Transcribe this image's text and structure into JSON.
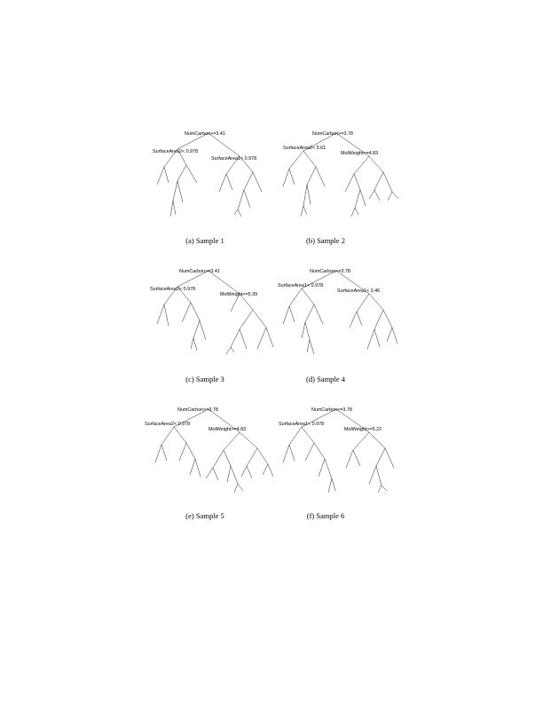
{
  "figure": {
    "panels": [
      {
        "caption": "(a) Sample 1",
        "labels": [
          "NumCarbon>=3.41",
          "SurfaceArea2< 0.978",
          "SurfaceArea1< 0.978"
        ],
        "edges": [
          [
            75,
            4,
            40,
            22
          ],
          [
            75,
            4,
            110,
            30
          ],
          [
            40,
            22,
            25,
            42
          ],
          [
            40,
            22,
            50,
            40
          ],
          [
            25,
            42,
            17,
            62
          ],
          [
            25,
            42,
            30,
            60
          ],
          [
            50,
            40,
            40,
            58
          ],
          [
            50,
            40,
            62,
            60
          ],
          [
            40,
            58,
            35,
            80
          ],
          [
            40,
            58,
            46,
            82
          ],
          [
            35,
            80,
            32,
            98
          ],
          [
            35,
            80,
            38,
            96
          ],
          [
            110,
            30,
            95,
            50
          ],
          [
            110,
            30,
            125,
            48
          ],
          [
            95,
            50,
            87,
            70
          ],
          [
            95,
            50,
            102,
            68
          ],
          [
            125,
            48,
            115,
            68
          ],
          [
            125,
            48,
            135,
            70
          ],
          [
            115,
            68,
            108,
            90
          ],
          [
            115,
            68,
            122,
            88
          ],
          [
            108,
            90,
            104,
            96
          ],
          [
            108,
            90,
            112,
            98
          ]
        ]
      },
      {
        "caption": "(b) Sample 2",
        "labels": [
          "NumCarbon>=3.78",
          "SurfaceArea2< 5.61",
          "MolWeight>=4.83"
        ],
        "edges": [
          [
            75,
            4,
            38,
            24
          ],
          [
            75,
            4,
            112,
            30
          ],
          [
            38,
            24,
            22,
            44
          ],
          [
            38,
            24,
            52,
            42
          ],
          [
            22,
            44,
            15,
            64
          ],
          [
            22,
            44,
            28,
            62
          ],
          [
            52,
            42,
            42,
            62
          ],
          [
            52,
            42,
            62,
            64
          ],
          [
            42,
            62,
            38,
            86
          ],
          [
            42,
            62,
            46,
            84
          ],
          [
            38,
            86,
            35,
            98
          ],
          [
            38,
            86,
            42,
            96
          ],
          [
            112,
            30,
            95,
            50
          ],
          [
            112,
            30,
            128,
            48
          ],
          [
            95,
            50,
            85,
            70
          ],
          [
            95,
            50,
            102,
            68
          ],
          [
            102,
            68,
            96,
            88
          ],
          [
            102,
            68,
            108,
            86
          ],
          [
            96,
            88,
            92,
            98
          ],
          [
            96,
            88,
            100,
            96
          ],
          [
            128,
            48,
            118,
            68
          ],
          [
            128,
            48,
            138,
            70
          ],
          [
            118,
            68,
            112,
            78
          ],
          [
            118,
            68,
            124,
            80
          ],
          [
            138,
            70,
            133,
            80
          ],
          [
            138,
            70,
            145,
            78
          ]
        ]
      },
      {
        "caption": "(c) Sample 3",
        "labels": [
          "NumCarbon>=3.41",
          "SurfaceArea2< 0.978",
          "MolWeight>=5.39"
        ],
        "edges": [
          [
            75,
            4,
            40,
            22
          ],
          [
            75,
            4,
            110,
            30
          ],
          [
            40,
            22,
            25,
            42
          ],
          [
            40,
            22,
            55,
            40
          ],
          [
            25,
            42,
            17,
            64
          ],
          [
            25,
            42,
            30,
            66
          ],
          [
            55,
            40,
            45,
            62
          ],
          [
            55,
            40,
            65,
            60
          ],
          [
            65,
            60,
            58,
            80
          ],
          [
            65,
            60,
            72,
            82
          ],
          [
            58,
            80,
            55,
            92
          ],
          [
            58,
            80,
            62,
            94
          ],
          [
            110,
            30,
            100,
            50
          ],
          [
            110,
            30,
            125,
            48
          ],
          [
            125,
            48,
            110,
            70
          ],
          [
            125,
            48,
            140,
            68
          ],
          [
            110,
            70,
            100,
            90
          ],
          [
            110,
            70,
            118,
            92
          ],
          [
            100,
            90,
            95,
            98
          ],
          [
            100,
            90,
            104,
            96
          ],
          [
            140,
            68,
            130,
            92
          ],
          [
            140,
            68,
            148,
            90
          ]
        ]
      },
      {
        "caption": "(d) Sample 4",
        "labels": [
          "NumCarbon>=3.78",
          "SurfaceArea1< 0.978",
          "SurfaceArea1< 3.46"
        ],
        "edges": [
          [
            75,
            4,
            36,
            24
          ],
          [
            75,
            4,
            112,
            30
          ],
          [
            36,
            24,
            22,
            44
          ],
          [
            36,
            24,
            50,
            42
          ],
          [
            22,
            44,
            15,
            64
          ],
          [
            22,
            44,
            28,
            62
          ],
          [
            50,
            42,
            40,
            62
          ],
          [
            50,
            42,
            60,
            64
          ],
          [
            40,
            62,
            36,
            80
          ],
          [
            40,
            62,
            45,
            82
          ],
          [
            45,
            82,
            42,
            96
          ],
          [
            45,
            82,
            50,
            98
          ],
          [
            112,
            30,
            98,
            50
          ],
          [
            112,
            30,
            128,
            48
          ],
          [
            98,
            50,
            90,
            68
          ],
          [
            98,
            50,
            104,
            66
          ],
          [
            128,
            48,
            118,
            70
          ],
          [
            128,
            48,
            138,
            68
          ],
          [
            118,
            70,
            110,
            92
          ],
          [
            118,
            70,
            124,
            90
          ],
          [
            138,
            68,
            132,
            84
          ],
          [
            138,
            68,
            144,
            86
          ]
        ]
      },
      {
        "caption": "(e) Sample 5",
        "labels": [
          "NumCarbon>=3.78",
          "SurfaceArea2< 0.978",
          "MolWeight>=4.83"
        ],
        "edges": [
          [
            75,
            4,
            36,
            24
          ],
          [
            75,
            4,
            110,
            30
          ],
          [
            36,
            24,
            22,
            44
          ],
          [
            36,
            24,
            50,
            42
          ],
          [
            22,
            44,
            15,
            64
          ],
          [
            22,
            44,
            28,
            62
          ],
          [
            50,
            42,
            42,
            62
          ],
          [
            50,
            42,
            60,
            60
          ],
          [
            60,
            60,
            54,
            78
          ],
          [
            60,
            60,
            66,
            80
          ],
          [
            110,
            30,
            92,
            50
          ],
          [
            110,
            30,
            130,
            48
          ],
          [
            92,
            50,
            80,
            70
          ],
          [
            92,
            50,
            100,
            68
          ],
          [
            80,
            70,
            72,
            82
          ],
          [
            80,
            70,
            86,
            84
          ],
          [
            100,
            68,
            96,
            86
          ],
          [
            100,
            68,
            108,
            88
          ],
          [
            108,
            88,
            104,
            98
          ],
          [
            108,
            88,
            114,
            96
          ],
          [
            130,
            48,
            118,
            68
          ],
          [
            130,
            48,
            142,
            66
          ],
          [
            118,
            68,
            112,
            80
          ],
          [
            118,
            68,
            124,
            82
          ],
          [
            142,
            66,
            136,
            78
          ],
          [
            142,
            66,
            148,
            80
          ]
        ]
      },
      {
        "caption": "(f) Sample 6",
        "labels": [
          "NumCarbon>=3.78",
          "SurfaceArea1< 0.978",
          "MolWeight>=5.22"
        ],
        "edges": [
          [
            75,
            4,
            36,
            24
          ],
          [
            75,
            4,
            112,
            30
          ],
          [
            36,
            24,
            22,
            44
          ],
          [
            36,
            24,
            50,
            42
          ],
          [
            22,
            44,
            15,
            64
          ],
          [
            22,
            44,
            28,
            62
          ],
          [
            50,
            42,
            40,
            62
          ],
          [
            50,
            42,
            62,
            60
          ],
          [
            62,
            60,
            55,
            80
          ],
          [
            62,
            60,
            70,
            82
          ],
          [
            70,
            82,
            66,
            98
          ],
          [
            70,
            82,
            74,
            96
          ],
          [
            112,
            30,
            94,
            50
          ],
          [
            112,
            30,
            130,
            48
          ],
          [
            94,
            50,
            86,
            70
          ],
          [
            94,
            50,
            102,
            68
          ],
          [
            130,
            48,
            120,
            68
          ],
          [
            130,
            48,
            140,
            70
          ],
          [
            120,
            68,
            112,
            88
          ],
          [
            120,
            68,
            126,
            90
          ],
          [
            126,
            90,
            122,
            98
          ],
          [
            126,
            90,
            132,
            96
          ]
        ]
      }
    ]
  }
}
